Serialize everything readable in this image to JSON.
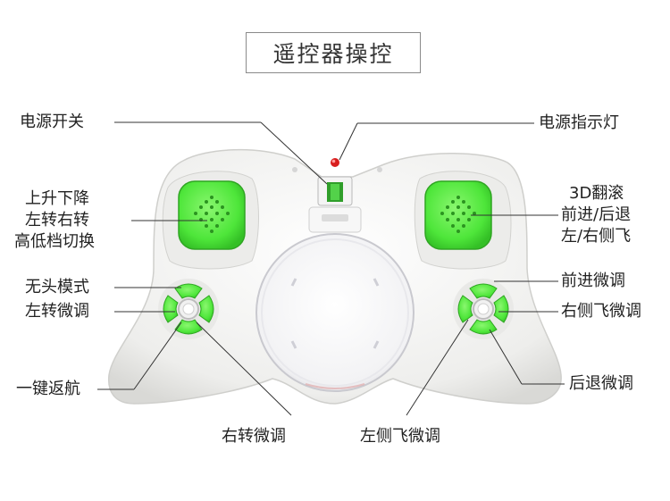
{
  "title": "遥控器操控",
  "labels": {
    "power_switch": "电源开关",
    "power_indicator": "电源指示灯",
    "left_stick_1": "上升下降",
    "left_stick_2": "左转右转",
    "left_stick_3": "高低档切换",
    "right_stick_1": "3D翻滚",
    "right_stick_2": "前进/后退",
    "right_stick_3": "左/右侧飞",
    "headless_mode": "无头模式",
    "left_turn_trim": "左转微调",
    "one_key_return": "一键返航",
    "right_turn_trim": "右转微调",
    "left_side_trim": "左侧飞微调",
    "forward_trim": "前进微调",
    "right_side_trim": "右侧飞微调",
    "backward_trim": "后退微调"
  },
  "colors": {
    "accent_green": "#4ee63a",
    "body_white": "#f3f3f1",
    "indicator_red": "#d81e1e",
    "line": "#333333"
  }
}
